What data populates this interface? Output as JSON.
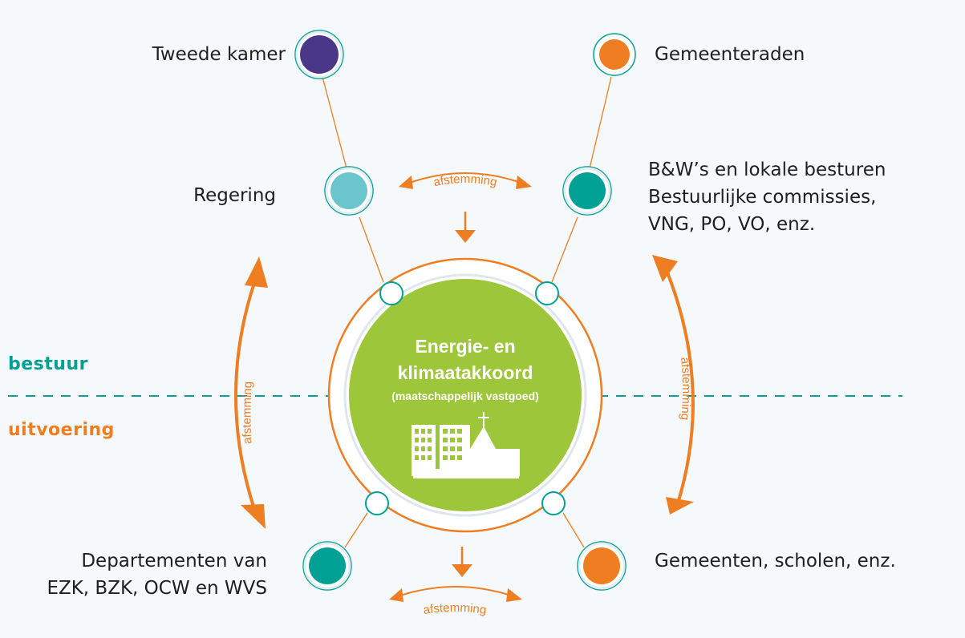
{
  "colors": {
    "orange": "#ef7d22",
    "teal": "#00a095",
    "light_teal": "#6cc5cd",
    "purple": "#4a3787",
    "green": "#9dc63b",
    "text": "#1f1f1f"
  },
  "center": {
    "title_line1": "Energie- en",
    "title_line2": "klimaatakkoord",
    "subtitle": "(maatschappelijk vastgoed)",
    "icon": "buildings-and-church-icon"
  },
  "nodes": {
    "tweede_kamer": "Tweede kamer",
    "gemeenteraden": "Gemeenteraden",
    "regering": "Regering",
    "bw_line1": "B&W’s en lokale besturen",
    "bw_line2": "Bestuurlijke commissies,",
    "bw_line3": "VNG, PO, VO, enz.",
    "departementen_line1": "Departementen van",
    "departementen_line2": "EZK, BZK, OCW en WVS",
    "gemeenten": "Gemeenten, scholen, enz."
  },
  "sections": {
    "bestuur": "bestuur",
    "uitvoering": "uitvoering"
  },
  "afstemming": {
    "top": "afstemming",
    "bottom": "afstemming",
    "left": "afstemming",
    "right": "afstemming"
  }
}
